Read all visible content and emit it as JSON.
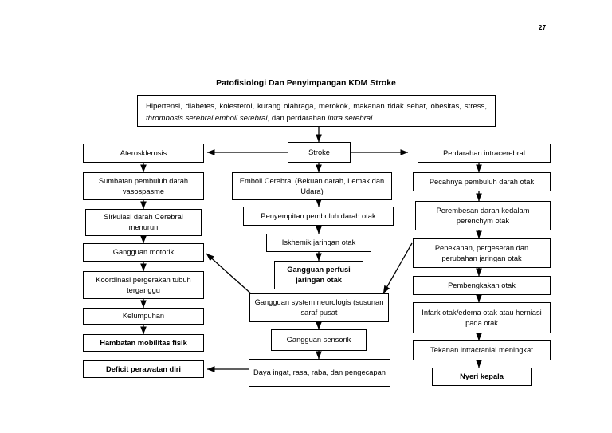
{
  "page": {
    "number": "27",
    "title": "Patofisiologi Dan Penyimpangan KDM Stroke"
  },
  "chart_data": {
    "type": "diagram",
    "title": "Patofisiologi Dan Penyimpangan KDM Stroke",
    "nodes": [
      {
        "id": "risk",
        "label": "Hipertensi, diabetes, kolesterol, kurang olahraga, merokok, makanan tidak sehat, obesitas, stress, thrombosis serebral emboli serebral, dan perdarahan intra serebral",
        "bold": false
      },
      {
        "id": "stroke",
        "label": "Stroke",
        "bold": false
      },
      {
        "id": "ateros",
        "label": "Aterosklerosis",
        "bold": false
      },
      {
        "id": "sumbatan",
        "label": "Sumbatan pembuluh darah vasospasme",
        "bold": false
      },
      {
        "id": "sirkulasi",
        "label": "Sirkulasi darah Cerebral menurun",
        "bold": false
      },
      {
        "id": "motorik",
        "label": "Gangguan motorik",
        "bold": false
      },
      {
        "id": "koordinasi",
        "label": "Koordinasi pergerakan tubuh terganggu",
        "bold": false
      },
      {
        "id": "kelumpuhan",
        "label": "Kelumpuhan",
        "bold": false
      },
      {
        "id": "hambatan",
        "label": "Hambatan mobilitas fisik",
        "bold": true
      },
      {
        "id": "deficit",
        "label": "Deficit perawatan diri",
        "bold": true
      },
      {
        "id": "emboli",
        "label": "Emboli Cerebral (Bekuan darah, Lemak dan Udara)",
        "bold": false
      },
      {
        "id": "penyempitan",
        "label": "Penyempitan pembuluh darah otak",
        "bold": false
      },
      {
        "id": "iskhemik",
        "label": "Iskhemik jaringan otak",
        "bold": false
      },
      {
        "id": "perfusi",
        "label": "Gangguan perfusi jaringan otak",
        "bold": true
      },
      {
        "id": "neurologis",
        "label": "Gangguan system neurologis (susunan saraf pusat",
        "bold": false
      },
      {
        "id": "sensorik",
        "label": "Gangguan sensorik",
        "bold": false
      },
      {
        "id": "daya",
        "label": "Daya ingat, rasa, raba, dan pengecapan",
        "bold": false
      },
      {
        "id": "perdarahan",
        "label": "Perdarahan intracerebral",
        "bold": false
      },
      {
        "id": "pecahnya",
        "label": "Pecahnya pembuluh darah otak",
        "bold": false
      },
      {
        "id": "perembesan",
        "label": "Perembesan darah kedalam perenchym otak",
        "bold": false
      },
      {
        "id": "penekanan",
        "label": "Penekanan, pergeseran dan perubahan jaringan otak",
        "bold": false
      },
      {
        "id": "pembengkakan",
        "label": "Pembengkakan otak",
        "bold": false
      },
      {
        "id": "infark",
        "label": "Infark otak/edema otak atau herniasi pada otak",
        "bold": false
      },
      {
        "id": "tekanan",
        "label": "Tekanan intracranial meningkat",
        "bold": false
      },
      {
        "id": "nyeri",
        "label": "Nyeri kepala",
        "bold": true
      }
    ],
    "edges": [
      {
        "from": "risk",
        "to": "stroke",
        "style": "straight-down"
      },
      {
        "from": "stroke",
        "to": "ateros",
        "style": "straight-left"
      },
      {
        "from": "stroke",
        "to": "perdarahan",
        "style": "straight-right"
      },
      {
        "from": "stroke",
        "to": "emboli",
        "style": "straight-down"
      },
      {
        "from": "ateros",
        "to": "sumbatan",
        "style": "straight-down"
      },
      {
        "from": "sumbatan",
        "to": "sirkulasi",
        "style": "straight-down"
      },
      {
        "from": "sirkulasi",
        "to": "motorik",
        "style": "straight-down"
      },
      {
        "from": "motorik",
        "to": "koordinasi",
        "style": "straight-down"
      },
      {
        "from": "koordinasi",
        "to": "kelumpuhan",
        "style": "straight-down"
      },
      {
        "from": "kelumpuhan",
        "to": "hambatan",
        "style": "straight-down"
      },
      {
        "from": "emboli",
        "to": "penyempitan",
        "style": "straight-down"
      },
      {
        "from": "penyempitan",
        "to": "iskhemik",
        "style": "straight-down"
      },
      {
        "from": "iskhemik",
        "to": "perfusi",
        "style": "straight-down"
      },
      {
        "from": "neurologis",
        "to": "motorik",
        "style": "diagonal-up-left"
      },
      {
        "from": "neurologis",
        "to": "sensorik",
        "style": "straight-down"
      },
      {
        "from": "sensorik",
        "to": "daya",
        "style": "straight-down"
      },
      {
        "from": "daya",
        "to": "deficit",
        "style": "straight-left"
      },
      {
        "from": "perdarahan",
        "to": "pecahnya",
        "style": "straight-down"
      },
      {
        "from": "pecahnya",
        "to": "perembesan",
        "style": "straight-down"
      },
      {
        "from": "perembesan",
        "to": "penekanan",
        "style": "straight-down"
      },
      {
        "from": "penekanan",
        "to": "neurologis",
        "style": "diagonal-down-left"
      },
      {
        "from": "penekanan",
        "to": "pembengkakan",
        "style": "straight-down"
      },
      {
        "from": "pembengkakan",
        "to": "infark",
        "style": "straight-down"
      },
      {
        "from": "infark",
        "to": "tekanan",
        "style": "straight-down"
      },
      {
        "from": "tekanan",
        "to": "nyeri",
        "style": "straight-down"
      }
    ],
    "colors": {
      "background": "#ffffff",
      "box_border": "#000000",
      "text": "#000000",
      "connector": "#000000"
    }
  },
  "boxes": {
    "risk_line1": "Hipertensi, diabetes, kolesterol, kurang olahraga, merokok, makanan tidak sehat,",
    "risk_line2_a": "obesitas, stress, ",
    "risk_line2_b": "thrombosis serebral emboli serebral",
    "risk_line2_c": ", dan perdarahan ",
    "risk_line2_d": "intra  serebral",
    "stroke": "Stroke",
    "ateros": "Aterosklerosis",
    "sumbatan": "Sumbatan pembuluh darah vasospasme",
    "sirkulasi": "Sirkulasi darah Cerebral menurun",
    "motorik": "Gangguan motorik",
    "koordinasi": "Koordinasi pergerakan tubuh terganggu",
    "kelumpuhan": "Kelumpuhan",
    "hambatan": "Hambatan mobilitas fisik",
    "deficit": "Deficit perawatan diri",
    "emboli": "Emboli Cerebral (Bekuan darah, Lemak dan Udara)",
    "penyempitan": "Penyempitan pembuluh darah otak",
    "iskhemik": "Iskhemik jaringan otak",
    "perfusi": "Gangguan perfusi jaringan otak",
    "neurologis": "Gangguan system neurologis (susunan saraf pusat",
    "sensorik": "Gangguan sensorik",
    "daya": "Daya ingat, rasa, raba, dan pengecapan",
    "perdarahan": "Perdarahan intracerebral",
    "pecahnya": "Pecahnya pembuluh darah otak",
    "perembesan": "Perembesan darah kedalam perenchym otak",
    "penekanan": "Penekanan, pergeseran dan perubahan jaringan otak",
    "pembengkakan": "Pembengkakan otak",
    "infark": "Infark otak/edema otak atau herniasi pada otak",
    "tekanan": "Tekanan intracranial meningkat",
    "nyeri": "Nyeri kepala"
  }
}
